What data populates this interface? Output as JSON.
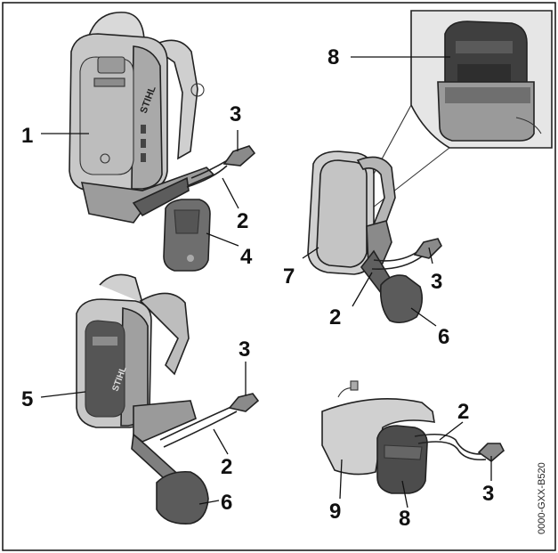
{
  "figure": {
    "code": "0000-GXX-B520",
    "brand": "STIHL"
  },
  "callouts": [
    {
      "id": "c1",
      "text": "1"
    },
    {
      "id": "c3a",
      "text": "3"
    },
    {
      "id": "c2a",
      "text": "2"
    },
    {
      "id": "c4",
      "text": "4"
    },
    {
      "id": "c8a",
      "text": "8"
    },
    {
      "id": "c7",
      "text": "7"
    },
    {
      "id": "c3b",
      "text": "3"
    },
    {
      "id": "c2b",
      "text": "2"
    },
    {
      "id": "c6a",
      "text": "6"
    },
    {
      "id": "c5",
      "text": "5"
    },
    {
      "id": "c3c",
      "text": "3"
    },
    {
      "id": "c2c",
      "text": "2"
    },
    {
      "id": "c6b",
      "text": "6"
    },
    {
      "id": "c2d",
      "text": "2"
    },
    {
      "id": "c9",
      "text": "9"
    },
    {
      "id": "c8b",
      "text": "8"
    },
    {
      "id": "c3d",
      "text": "3"
    }
  ]
}
